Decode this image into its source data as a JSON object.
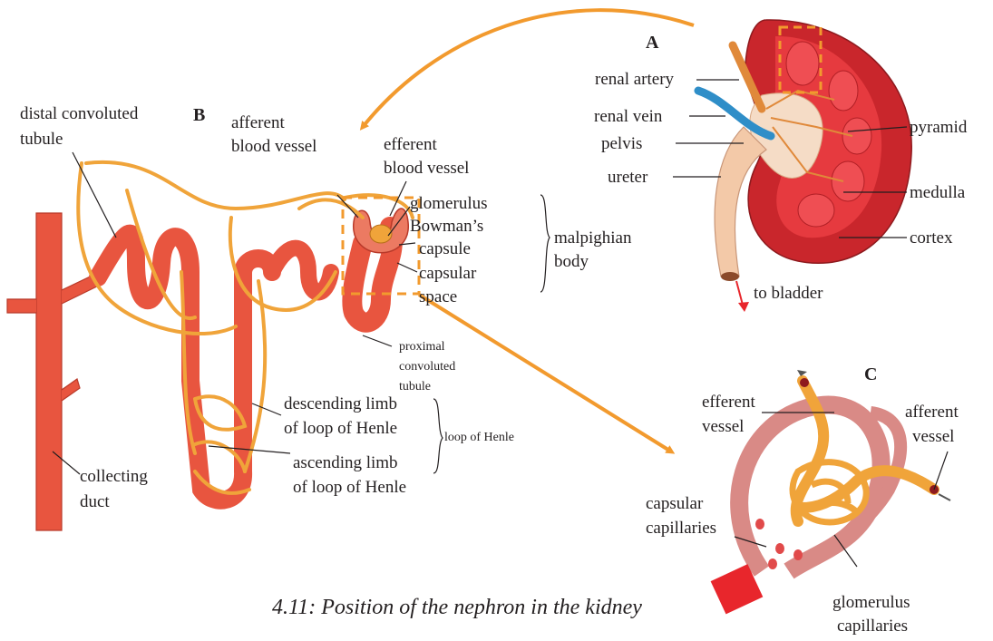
{
  "panels": {
    "a": "A",
    "b": "B",
    "c": "C"
  },
  "kidney": {
    "renal_artery": "renal artery",
    "renal_vein": "renal vein",
    "pelvis": "pelvis",
    "ureter": "ureter",
    "pyramid": "pyramid",
    "medulla": "medulla",
    "cortex": "cortex",
    "to_bladder": "to bladder"
  },
  "nephron": {
    "distal_convoluted_tubule_1": "distal convoluted",
    "distal_convoluted_tubule_2": "tubule",
    "afferent_blood_vessel_1": "afferent",
    "afferent_blood_vessel_2": "blood vessel",
    "efferent_blood_vessel_1": "efferent",
    "efferent_blood_vessel_2": "blood vessel",
    "glomerulus": "glomerulus",
    "bowmans_capsule_1": "Bowman’s",
    "bowmans_capsule_2": "capsule",
    "capsular_space_1": "capsular",
    "capsular_space_2": "space",
    "malpighian_body_1": "malpighian",
    "malpighian_body_2": "body",
    "proximal_1": "proximal",
    "proximal_2": "convoluted",
    "proximal_3": "tubule",
    "descending_1": "descending limb",
    "descending_2": "of loop of Henle",
    "ascending_1": "ascending limb",
    "ascending_2": "of loop of Henle",
    "loop_of_henle": "loop of Henle",
    "collecting_duct_1": "collecting",
    "collecting_duct_2": "duct"
  },
  "glomerulus_detail": {
    "efferent_vessel_1": "efferent",
    "efferent_vessel_2": "vessel",
    "afferent_vessel_1": "afferent",
    "afferent_vessel_2": "vessel",
    "capsular_capillaries_1": "capsular",
    "capsular_capillaries_2": "capillaries",
    "glomerulus_capillaries_1": "glomerulus",
    "glomerulus_capillaries_2": "capillaries"
  },
  "caption": "4.11:  Position of the nephron in the kidney",
  "colors": {
    "vessel_red": "#e8553f",
    "vessel_orange": "#f0a43a",
    "arrow_orange": "#f29a2e",
    "kidney_dark": "#c9262c",
    "ureter": "#f3c9a8",
    "renal_vein": "#2f8ec8"
  }
}
